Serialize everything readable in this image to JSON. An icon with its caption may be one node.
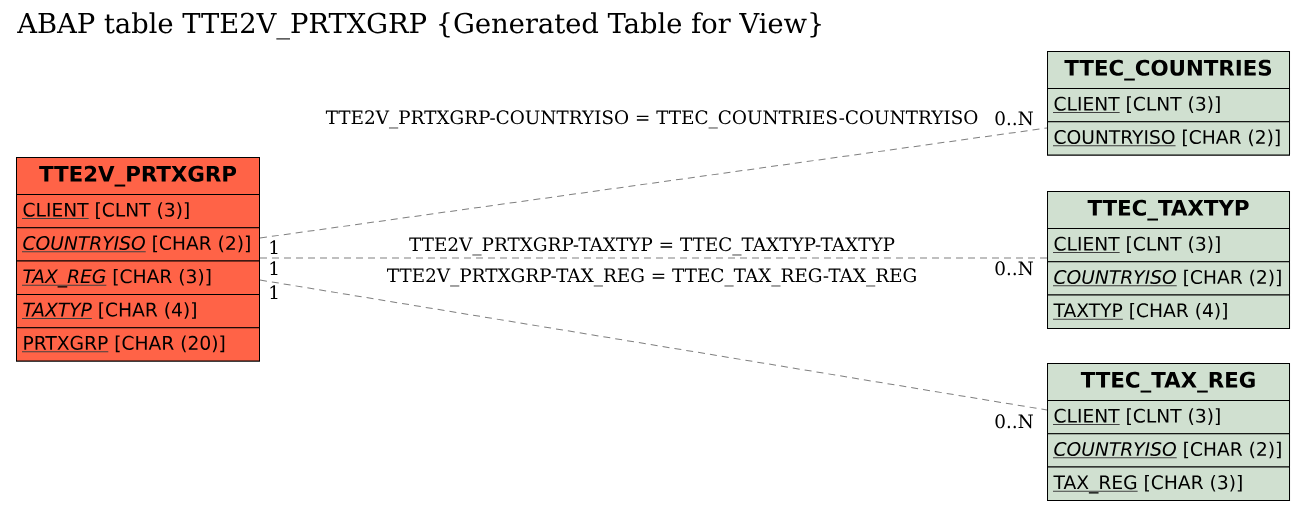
{
  "diagram": {
    "title": "ABAP table TTE2V_PRTXGRP {Generated Table for View}",
    "nodes": [
      {
        "text": [
          "TTE2V_PRTXGRP"
        ]
      },
      {
        "text": [
          "CLIENT [CLNT (3)]"
        ],
        "in": 0
      },
      {
        "text": [
          "*COUNTRYISO* [CHAR (2)]"
        ],
        "in": 0
      },
      {
        "text": [
          "*TAX_REG* [CHAR (3)]"
        ],
        "in": 0
      },
      {
        "text": [
          "*TAXTYP* [CHAR (4)]"
        ],
        "in": 0
      },
      {
        "text": [
          "PRTXGRP [CHAR (20)]"
        ],
        "in": 0
      },
      {
        "text": [
          "TTEC_COUNTRIES"
        ]
      },
      {
        "text": [
          "CLIENT [CLNT (3)]"
        ],
        "in": 6
      },
      {
        "text": [
          "COUNTRYISO [CHAR (2)]"
        ],
        "in": 6
      },
      {
        "text": [
          "TTEC_TAXTYP"
        ]
      },
      {
        "text": [
          "CLIENT [CLNT (3)]"
        ],
        "in": 9
      },
      {
        "text": [
          "*COUNTRYISO* [CHAR (2)]"
        ],
        "in": 9
      },
      {
        "text": [
          "TAXTYP [CHAR (4)]"
        ],
        "in": 9
      },
      {
        "text": [
          "TTEC_TAX_REG"
        ]
      },
      {
        "text": [
          "CLIENT [CLNT (3)]"
        ],
        "in": 13
      },
      {
        "text": [
          "*COUNTRYISO* [CHAR (2)]"
        ],
        "in": 13
      },
      {
        "text": [
          "TAX_REG [CHAR (3)]"
        ],
        "in": 13
      }
    ],
    "edges": [
      {
        "from": 0,
        "to": 6,
        "arrow": "none",
        "style": "dashed",
        "label": "TTE2V_PRTXGRP-COUNTRYISO = TTEC_COUNTRIES-COUNTRYISO"
      },
      {
        "from": 0,
        "to": 9,
        "arrow": "none",
        "style": "dashed",
        "label": "TTE2V_PRTXGRP-TAXTYP = TTEC_TAXTYP-TAXTYP"
      },
      {
        "from": 0,
        "to": 13,
        "arrow": "none",
        "style": "dashed",
        "label": "TTE2V_PRTXGRP-TAX_REG = TTEC_TAX_REG-TAX_REG"
      }
    ],
    "labels": [
      "0..N",
      "1",
      "1",
      "0..N",
      "1",
      "0..N"
    ]
  }
}
